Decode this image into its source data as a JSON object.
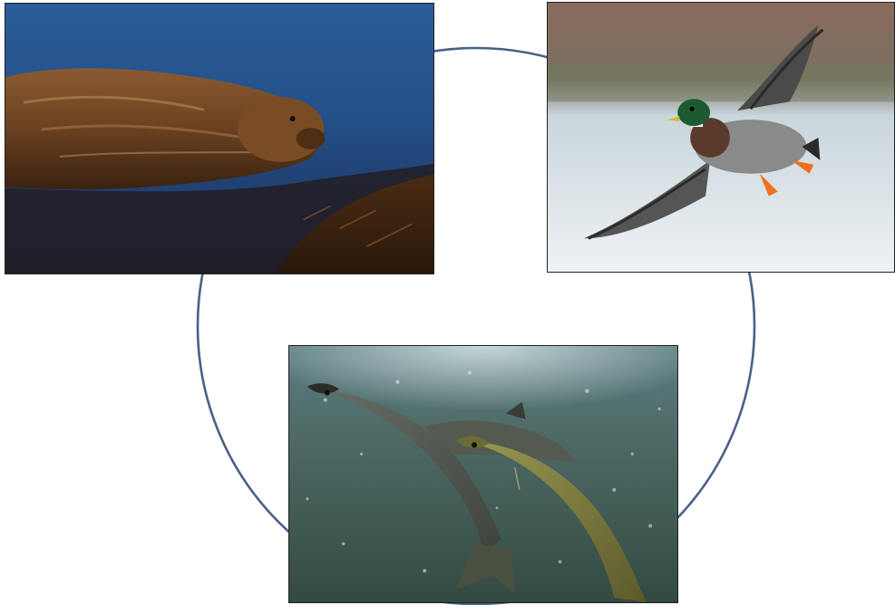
{
  "diagram": {
    "type": "cycle",
    "connector_color": "#4a6087",
    "nodes": [
      {
        "id": "beaver",
        "image": "beaver-photo"
      },
      {
        "id": "duck",
        "image": "mallard-duck-photo"
      },
      {
        "id": "salmon",
        "image": "salmon-photo"
      }
    ]
  }
}
